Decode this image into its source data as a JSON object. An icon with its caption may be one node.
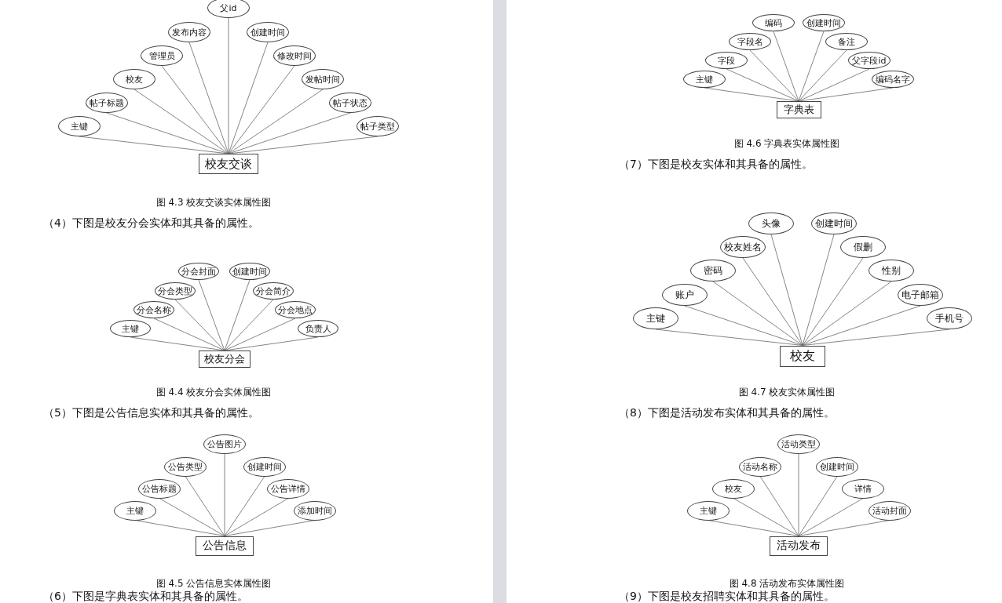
{
  "diagram": {
    "nodes": [
      {
        "text": [
          "主键"
        ]
      },
      {
        "text": [
          "帖子标题"
        ]
      },
      {
        "text": [
          "校友"
        ]
      },
      {
        "text": [
          "管理员"
        ]
      },
      {
        "text": [
          "发布内容"
        ]
      },
      {
        "text": [
          "父id"
        ]
      },
      {
        "text": [
          "创建时间"
        ]
      },
      {
        "text": [
          "修改时间"
        ]
      },
      {
        "text": [
          "发帖时间"
        ]
      },
      {
        "text": [
          "帖子状态"
        ]
      },
      {
        "text": [
          "帖子类型"
        ]
      },
      {
        "text": [
          "校友交谈"
        ]
      },
      {
        "text": [
          "主键"
        ]
      },
      {
        "text": [
          "分会名称"
        ]
      },
      {
        "text": [
          "分会类型"
        ]
      },
      {
        "text": [
          "分会封面"
        ]
      },
      {
        "text": [
          "创建时间"
        ]
      },
      {
        "text": [
          "分会简介"
        ]
      },
      {
        "text": [
          "分会地点"
        ]
      },
      {
        "text": [
          "负责人"
        ]
      },
      {
        "text": [
          "校友分会"
        ]
      },
      {
        "text": [
          "主键"
        ]
      },
      {
        "text": [
          "公告标题"
        ]
      },
      {
        "text": [
          "公告类型"
        ]
      },
      {
        "text": [
          "公告图片"
        ]
      },
      {
        "text": [
          "创建时间"
        ]
      },
      {
        "text": [
          "公告详情"
        ]
      },
      {
        "text": [
          "添加时间"
        ]
      },
      {
        "text": [
          "公告信息"
        ]
      },
      {
        "text": [
          "主键"
        ]
      },
      {
        "text": [
          "字段"
        ]
      },
      {
        "text": [
          "字段名"
        ]
      },
      {
        "text": [
          "编码"
        ]
      },
      {
        "text": [
          "创建时间"
        ]
      },
      {
        "text": [
          "备注"
        ]
      },
      {
        "text": [
          "父字段id"
        ]
      },
      {
        "text": [
          "编码名字"
        ]
      },
      {
        "text": [
          "字典表"
        ]
      },
      {
        "text": [
          "主键"
        ]
      },
      {
        "text": [
          "账户"
        ]
      },
      {
        "text": [
          "密码"
        ]
      },
      {
        "text": [
          "校友姓名"
        ]
      },
      {
        "text": [
          "头像"
        ]
      },
      {
        "text": [
          "创建时间"
        ]
      },
      {
        "text": [
          "假删"
        ]
      },
      {
        "text": [
          "性别"
        ]
      },
      {
        "text": [
          "电子邮箱"
        ]
      },
      {
        "text": [
          "手机号"
        ]
      },
      {
        "text": [
          "校友"
        ]
      },
      {
        "text": [
          "主键"
        ]
      },
      {
        "text": [
          "校友"
        ]
      },
      {
        "text": [
          "活动名称"
        ]
      },
      {
        "text": [
          "活动类型"
        ]
      },
      {
        "text": [
          "创建时间"
        ]
      },
      {
        "text": [
          "详情"
        ]
      },
      {
        "text": [
          "活动封面"
        ]
      },
      {
        "text": [
          "活动发布"
        ]
      }
    ],
    "edges": [
      {
        "from": 11,
        "to": 0,
        "arrow": "none"
      },
      {
        "from": 11,
        "to": 1,
        "arrow": "none"
      },
      {
        "from": 11,
        "to": 2,
        "arrow": "none"
      },
      {
        "from": 11,
        "to": 3,
        "arrow": "none"
      },
      {
        "from": 11,
        "to": 4,
        "arrow": "none"
      },
      {
        "from": 11,
        "to": 5,
        "arrow": "none"
      },
      {
        "from": 11,
        "to": 6,
        "arrow": "none"
      },
      {
        "from": 11,
        "to": 7,
        "arrow": "none"
      },
      {
        "from": 11,
        "to": 8,
        "arrow": "none"
      },
      {
        "from": 11,
        "to": 9,
        "arrow": "none"
      },
      {
        "from": 11,
        "to": 10,
        "arrow": "none"
      },
      {
        "from": 20,
        "to": 12,
        "arrow": "none"
      },
      {
        "from": 20,
        "to": 13,
        "arrow": "none"
      },
      {
        "from": 20,
        "to": 14,
        "arrow": "none"
      },
      {
        "from": 20,
        "to": 15,
        "arrow": "none"
      },
      {
        "from": 20,
        "to": 16,
        "arrow": "none"
      },
      {
        "from": 20,
        "to": 17,
        "arrow": "none"
      },
      {
        "from": 20,
        "to": 18,
        "arrow": "none"
      },
      {
        "from": 20,
        "to": 19,
        "arrow": "none"
      },
      {
        "from": 28,
        "to": 21,
        "arrow": "none"
      },
      {
        "from": 28,
        "to": 22,
        "arrow": "none"
      },
      {
        "from": 28,
        "to": 23,
        "arrow": "none"
      },
      {
        "from": 28,
        "to": 24,
        "arrow": "none"
      },
      {
        "from": 28,
        "to": 25,
        "arrow": "none"
      },
      {
        "from": 28,
        "to": 26,
        "arrow": "none"
      },
      {
        "from": 28,
        "to": 27,
        "arrow": "none"
      },
      {
        "from": 37,
        "to": 29,
        "arrow": "none"
      },
      {
        "from": 37,
        "to": 30,
        "arrow": "none"
      },
      {
        "from": 37,
        "to": 31,
        "arrow": "none"
      },
      {
        "from": 37,
        "to": 32,
        "arrow": "none"
      },
      {
        "from": 37,
        "to": 33,
        "arrow": "none"
      },
      {
        "from": 37,
        "to": 34,
        "arrow": "none"
      },
      {
        "from": 37,
        "to": 35,
        "arrow": "none"
      },
      {
        "from": 37,
        "to": 36,
        "arrow": "none"
      },
      {
        "from": 48,
        "to": 38,
        "arrow": "none"
      },
      {
        "from": 48,
        "to": 39,
        "arrow": "none"
      },
      {
        "from": 48,
        "to": 40,
        "arrow": "none"
      },
      {
        "from": 48,
        "to": 41,
        "arrow": "none"
      },
      {
        "from": 48,
        "to": 42,
        "arrow": "none"
      },
      {
        "from": 48,
        "to": 43,
        "arrow": "none"
      },
      {
        "from": 48,
        "to": 44,
        "arrow": "none"
      },
      {
        "from": 48,
        "to": 45,
        "arrow": "none"
      },
      {
        "from": 48,
        "to": 46,
        "arrow": "none"
      },
      {
        "from": 48,
        "to": 47,
        "arrow": "none"
      },
      {
        "from": 56,
        "to": 49,
        "arrow": "none"
      },
      {
        "from": 56,
        "to": 50,
        "arrow": "none"
      },
      {
        "from": 56,
        "to": 51,
        "arrow": "none"
      },
      {
        "from": 56,
        "to": 52,
        "arrow": "none"
      },
      {
        "from": 56,
        "to": 53,
        "arrow": "none"
      },
      {
        "from": 56,
        "to": 54,
        "arrow": "none"
      },
      {
        "from": 56,
        "to": 55,
        "arrow": "none"
      }
    ],
    "labels": [
      "图 4.3 校友交谈实体属性图",
      "（4）下图是校友分会实体和其具备的属性。",
      "图 4.4 校友分会实体属性图",
      "（5）下图是公告信息实体和其具备的属性。",
      "图 4.5 公告信息实体属性图",
      "（6）下图是字典表实体和其具备的属性。",
      "图 4.6 字典表实体属性图",
      "（7）下图是校友实体和其具备的属性。",
      "图 4.7 校友实体属性图",
      "（8）下图是活动发布实体和其具备的属性。",
      "图 4.8 活动发布实体属性图",
      "（9）下图是校友招聘实体和其具备的属性。"
    ]
  }
}
